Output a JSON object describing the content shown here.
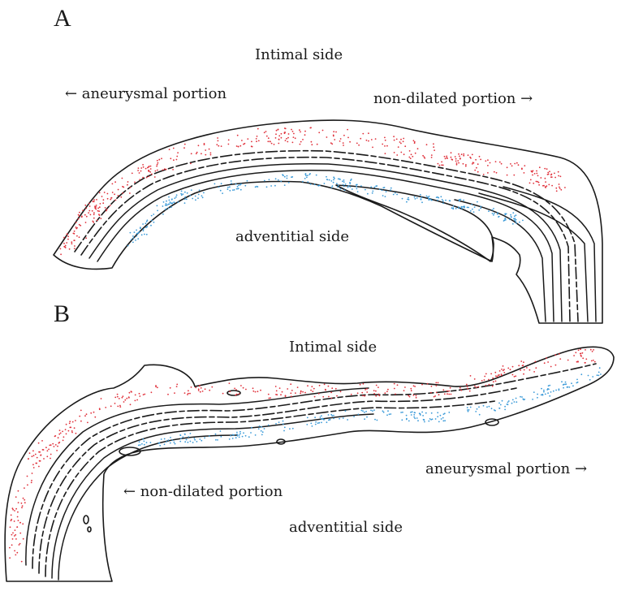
{
  "panel_a": {
    "letter": "A",
    "intimal_label": "Intimal side",
    "left_label": "← aneurysmal portion",
    "right_label": "non-dilated portion →",
    "adventitial_label": "adventitial side"
  },
  "panel_b": {
    "letter": "B",
    "intimal_label": "Intimal side",
    "right_label": "aneurysmal portion →",
    "left_label": "← non-dilated portion",
    "adventitial_label": "adventitial side"
  },
  "colors": {
    "outline": "#1a1a1a",
    "red_dots": "#e0303a",
    "blue_dots": "#3a9ad8"
  }
}
